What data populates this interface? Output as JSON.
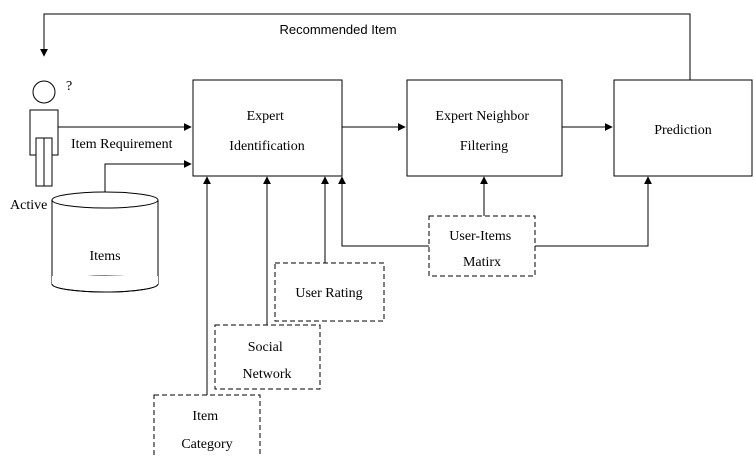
{
  "diagram": {
    "feedback_label": "Recommended Item",
    "user": {
      "question_mark": "?",
      "label": "Active User",
      "requirement_label": "Item Requirement"
    },
    "items_db": {
      "label": "Items"
    },
    "process": {
      "expert_identification": [
        "Expert",
        "Identification"
      ],
      "expert_neighbor_filtering": [
        "Expert Neighbor",
        "Filtering"
      ],
      "prediction": "Prediction"
    },
    "inputs": {
      "user_items_matrix": [
        "User-Items",
        "Matirx"
      ],
      "user_rating": "User Rating",
      "social_network": [
        "Social",
        "Network"
      ],
      "item_category": [
        "Item",
        "Category"
      ]
    }
  }
}
